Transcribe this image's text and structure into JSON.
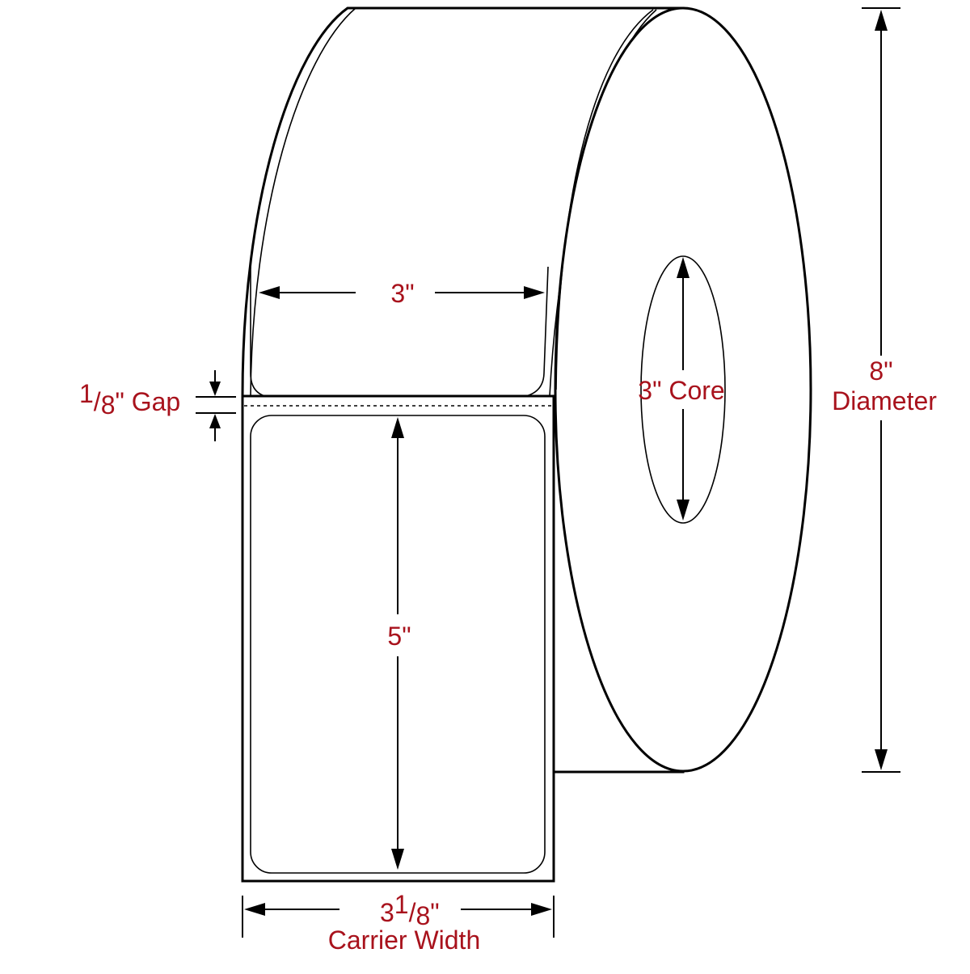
{
  "diagram": {
    "label_width": "3\"",
    "label_height": "5\"",
    "gap": {
      "numerator": "1",
      "slash": "/",
      "denominator": "8",
      "suffix": "\" Gap"
    },
    "core": "3\" Core",
    "diameter": {
      "value": "8\"",
      "label": "Diameter"
    },
    "carrier": {
      "whole": "3",
      "numerator": "1",
      "slash": "/",
      "denominator": "8",
      "suffix": "\"",
      "label": "Carrier Width"
    }
  },
  "colors": {
    "dimension_text": "#a8121c",
    "outline": "#000000"
  }
}
